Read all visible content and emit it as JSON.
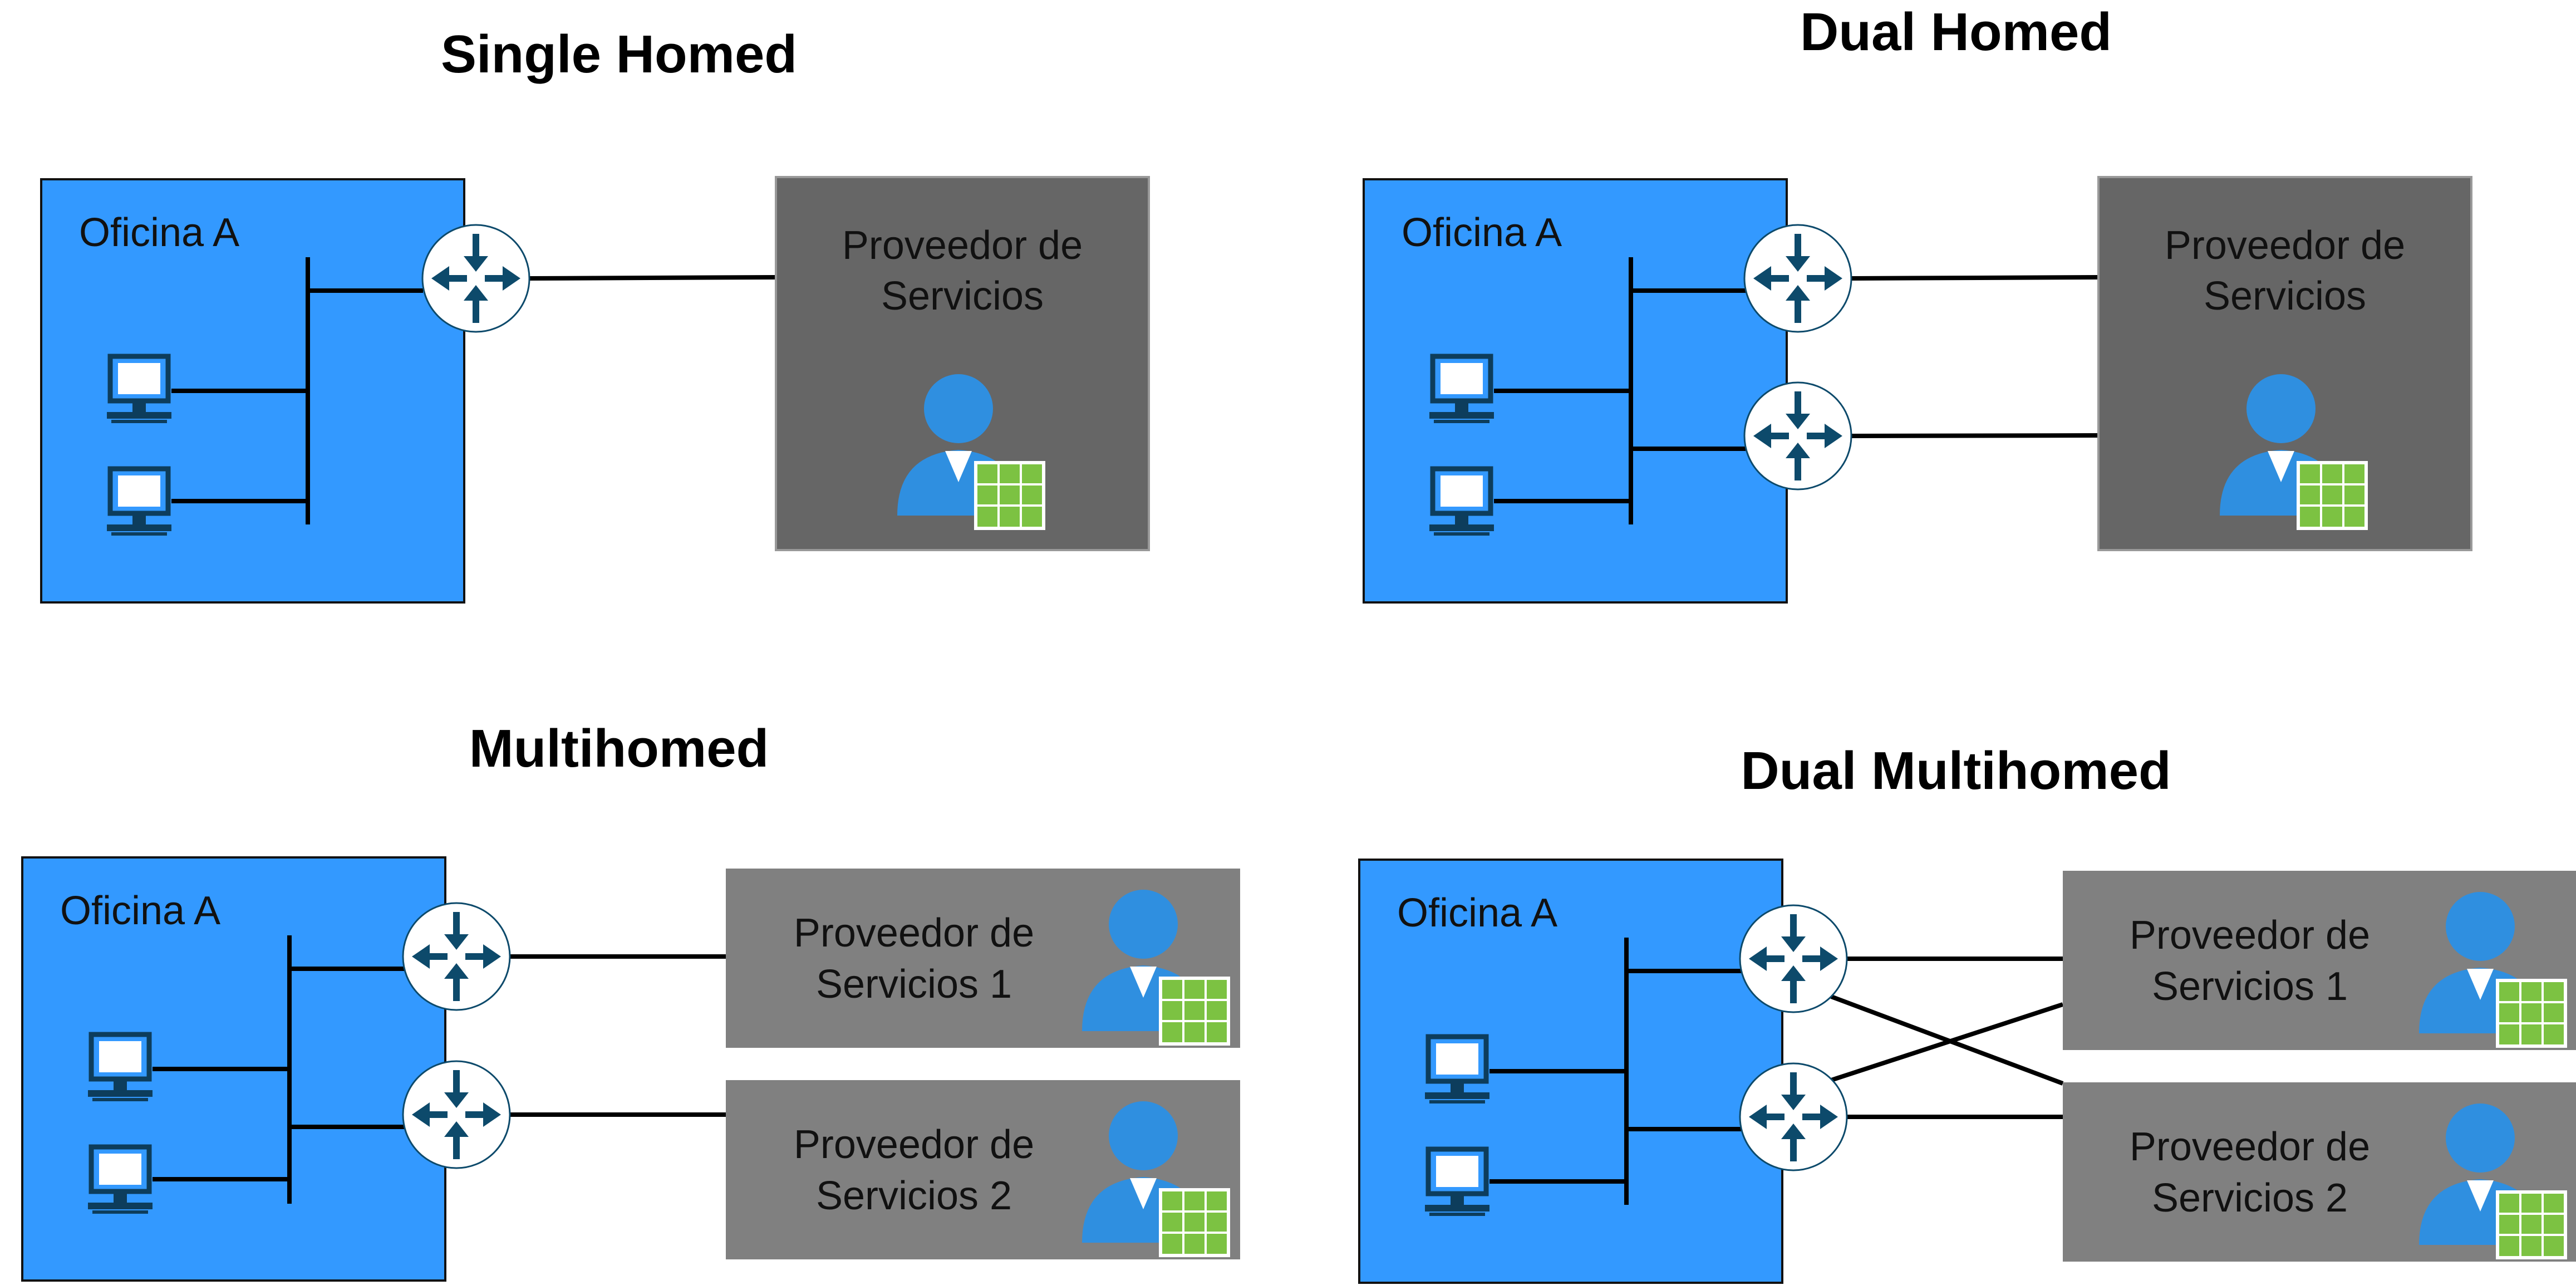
{
  "panels": {
    "single_homed": {
      "title": "Single Homed",
      "office_label": "Oficina A",
      "provider_label_line1": "Proveedor de",
      "provider_label_line2": "Servicios"
    },
    "dual_homed": {
      "title": "Dual Homed",
      "office_label": "Oficina A",
      "provider_label_line1": "Proveedor de",
      "provider_label_line2": "Servicios"
    },
    "multihomed": {
      "title": "Multihomed",
      "office_label": "Oficina A",
      "provider1_line1": "Proveedor de",
      "provider1_line2": "Servicios 1",
      "provider2_line1": "Proveedor de",
      "provider2_line2": "Servicios 2"
    },
    "dual_multihomed": {
      "title": "Dual Multihomed",
      "office_label": "Oficina A",
      "provider1_line1": "Proveedor de",
      "provider1_line2": "Servicios 1",
      "provider2_line1": "Proveedor de",
      "provider2_line2": "Servicios 2"
    }
  },
  "icons": {
    "router": "router-icon",
    "computer": "computer-icon",
    "provider": "service-provider-icon"
  },
  "colors": {
    "office": "#3399ff",
    "provider_dark": "#666666",
    "provider_light": "#808080",
    "router_arrows": "#0d4a6b",
    "user_head": "#2f8fe0",
    "grid_green": "#7cc242"
  }
}
